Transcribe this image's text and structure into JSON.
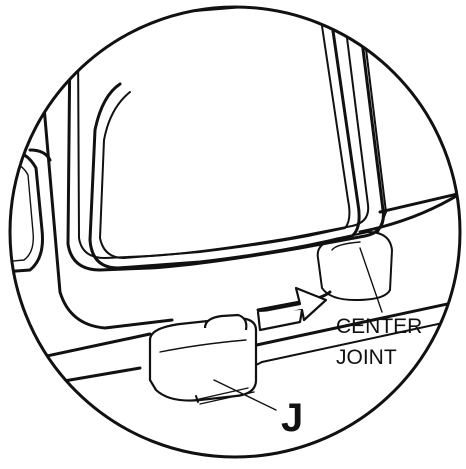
{
  "diagram": {
    "callouts": {
      "center_joint_line1": "CENTER",
      "center_joint_line2": "JOINT",
      "part_letter": "J"
    },
    "colors": {
      "ink": "#111111",
      "background": "#ffffff"
    },
    "icons": {
      "direction_arrow": "right-arrow-icon"
    }
  }
}
